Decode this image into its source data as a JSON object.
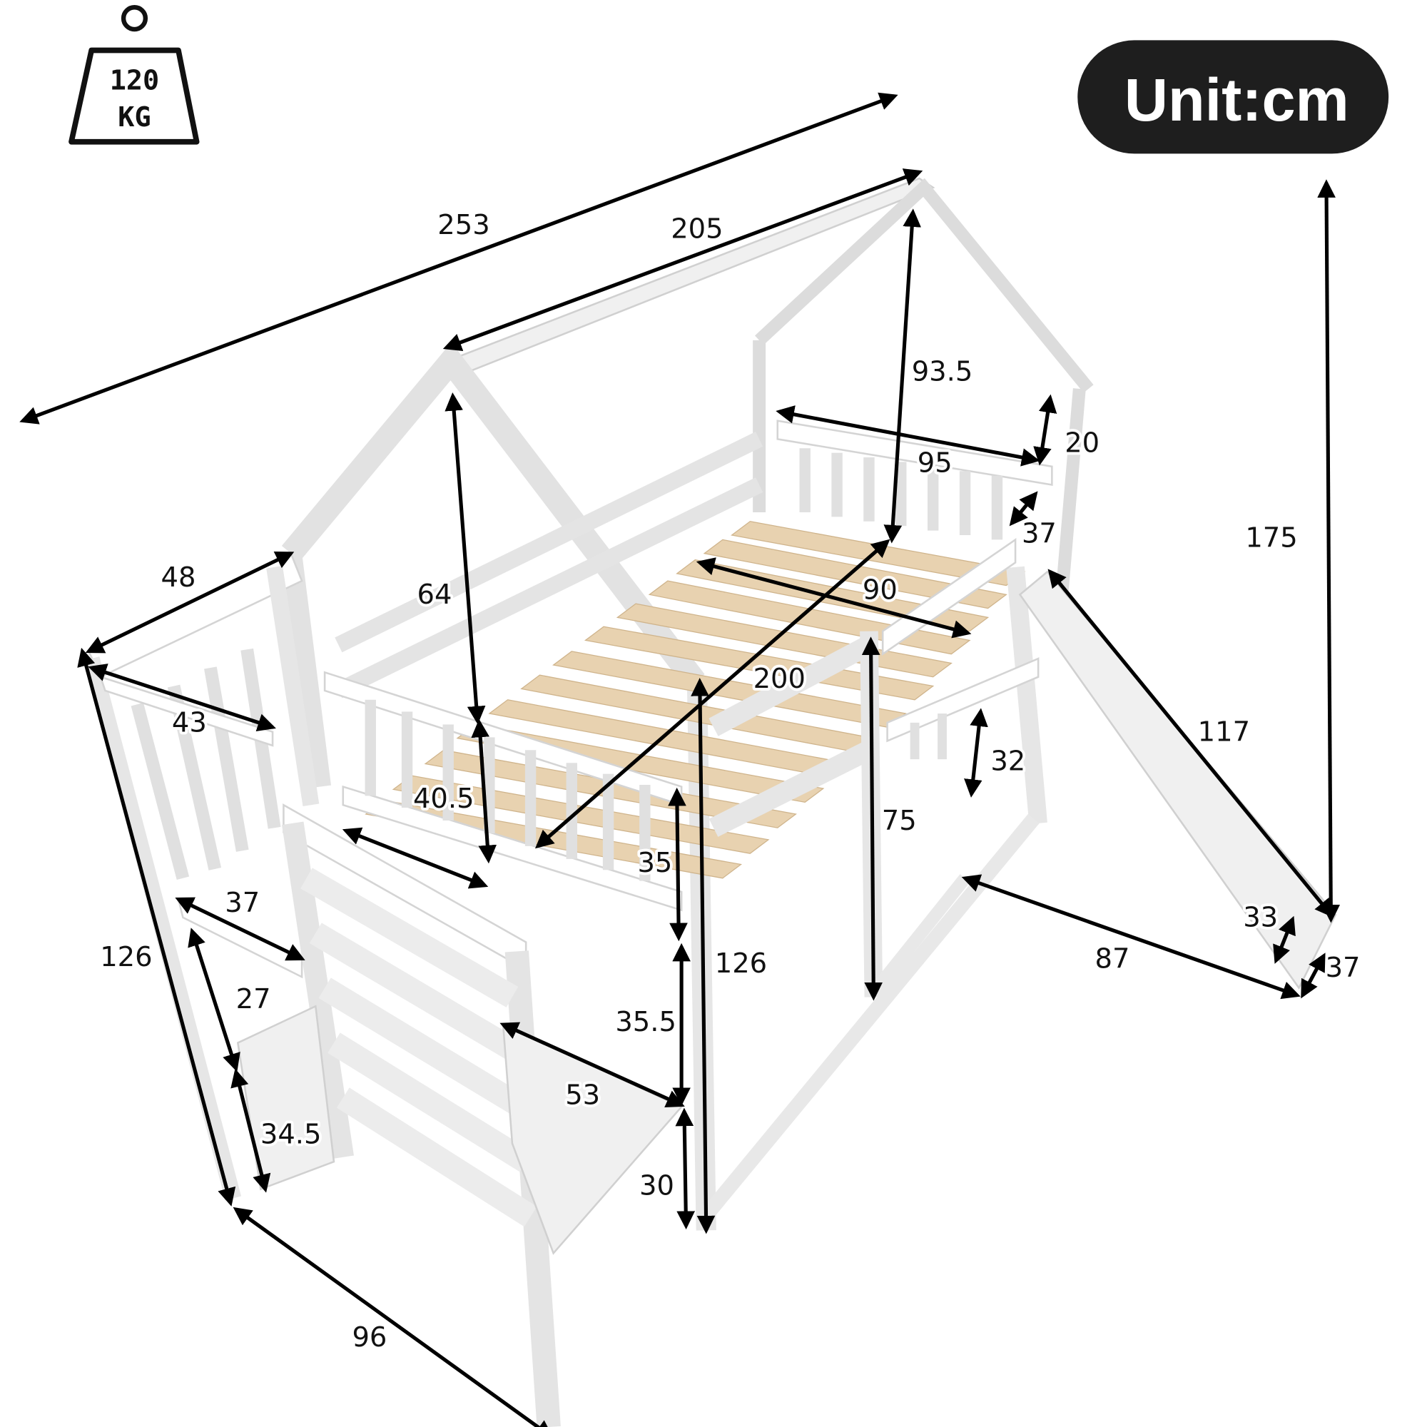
{
  "weight_badge": {
    "value": "120",
    "unit": "KG",
    "icon": "weight-icon"
  },
  "unit_badge": {
    "label": "Unit:cm",
    "bg_color": "#1e1e1e",
    "text_color": "#ffffff"
  },
  "colors": {
    "frame": "#ffffff",
    "frame_outline": "#d4d4d4",
    "slats": "#e8d2b0",
    "arrows": "#000000"
  },
  "dimensions": {
    "overall_length": "253",
    "roof_length": "205",
    "roof_height": "93.5",
    "headboard_width": "95",
    "guardrail_gap_top": "20",
    "guardrail_gap": "37",
    "overall_height": "175",
    "stair_width_top": "48",
    "stair_rail_width": "43",
    "roof_side_height": "64",
    "guardrail_height": "40.5",
    "mattress_width": "90",
    "mattress_length": "200",
    "side_panel_height": "35",
    "post_height": "126",
    "clearance_height": "75",
    "end_rail_height": "32",
    "slide_length": "117",
    "slide_spread": "87",
    "slide_width_inner": "33",
    "slide_width_outer": "37",
    "stair_height": "126",
    "stair_shelf_width": "37",
    "stair_step_upper": "27",
    "stair_step_lower": "34.5",
    "stair_depth": "96",
    "stair_shelf_depth": "53",
    "upper_leg_segment": "35.5",
    "lower_leg_segment": "30"
  }
}
